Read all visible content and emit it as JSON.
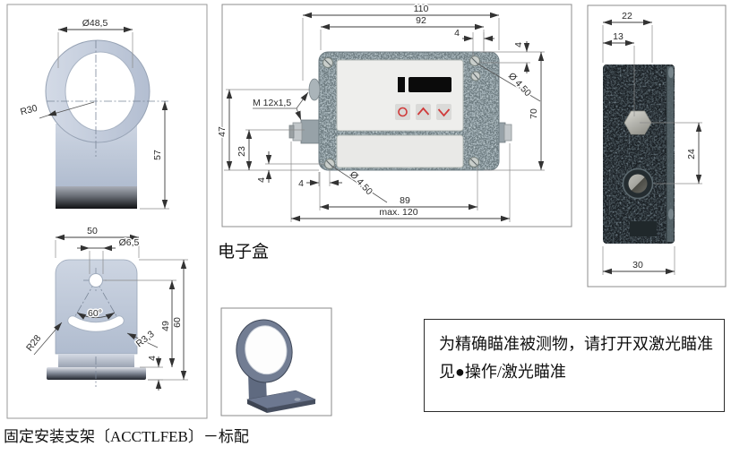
{
  "figure": {
    "caption": "固定安装支架〔ACCTLFEB〕－标配",
    "electronics_box_label": "电子盒"
  },
  "note_box": {
    "line1": "为精确瞄准被测物，请打开双激光瞄准",
    "line2": "见●操作/激光瞄准"
  },
  "bracket_front": {
    "dims": {
      "ring_diameter": "Ø48,5",
      "ring_radius": "R30",
      "height": "57"
    }
  },
  "bracket_rear": {
    "dims": {
      "width": "50",
      "pivot_hole": "Ø6,5",
      "slot_angle": "60°",
      "slot_radius": "R28",
      "slot_end_radius": "R3,3",
      "pivot_height": "49",
      "total_height": "60",
      "base_thickness": "4"
    }
  },
  "electronics_box": {
    "dims": {
      "total_width": "110",
      "body_width": "92",
      "screw_offset_top_h": "4",
      "screw_offset_top_v": "4",
      "screw_diameter_top": "Ø 4.50",
      "body_height": "70",
      "gland_thread": "M 12x1,5",
      "gland_height": "47",
      "connector_height": "23",
      "screw_offset_bottom_v": "4",
      "screw_offset_bottom_h": "4",
      "screw_diameter_bottom": "Ø 4.50",
      "mount_hole_spacing": "89",
      "max_width": "max. 120"
    },
    "buttons": [
      {
        "icon": "enter-circle-icon"
      },
      {
        "icon": "arrow-up-icon"
      },
      {
        "icon": "arrow-down-icon"
      }
    ],
    "colors": {
      "button_glyph_red": "#d03a3a",
      "housing_gray": "#9fadb3",
      "panel_white": "#eeeeec"
    }
  },
  "side_view": {
    "dims": {
      "top_width": "22",
      "hex_offset": "13",
      "hole_spacing": "24",
      "bottom_width": "30"
    },
    "colors": {
      "housing_dark": "#3f4b51"
    }
  },
  "bracket_colors": {
    "fill": "#c4cedd",
    "base_dark": "#1a1d22"
  }
}
